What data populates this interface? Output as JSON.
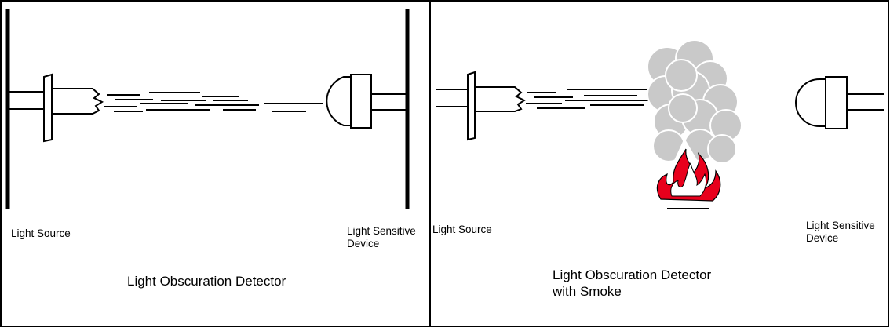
{
  "panels": [
    {
      "source_label": "Light Source",
      "device_label_line1": "Light Sensitive",
      "device_label_line2": "Device",
      "caption_line1": "Light Obscuration Detector",
      "caption_line2": ""
    },
    {
      "source_label": "Light Source",
      "device_label_line1": "Light Sensitive",
      "device_label_line2": "Device",
      "caption_line1": "Light Obscuration Detector",
      "caption_line2": "with Smoke"
    }
  ],
  "colors": {
    "line": "#000000",
    "smoke_fill": "#c9c9c9",
    "smoke_stroke": "#ffffff",
    "flame_outer": "#e8001c",
    "flame_inner": "#ffffff"
  }
}
